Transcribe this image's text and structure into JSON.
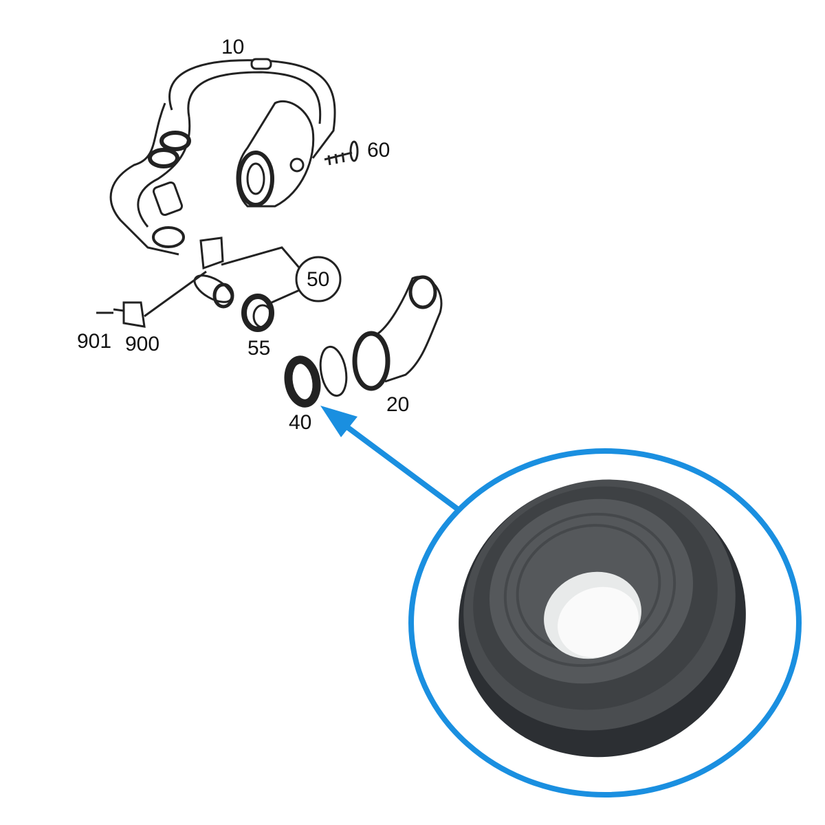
{
  "diagram": {
    "part_labels": {
      "p10": "10",
      "p60": "60",
      "p50": "50",
      "p901": "901",
      "p900": "900",
      "p55": "55",
      "p40": "40",
      "p20": "20"
    },
    "highlighted_part": "40",
    "colors": {
      "callout": "#1a8fe0",
      "seal": "#3a3d40",
      "line": "#222222"
    }
  }
}
